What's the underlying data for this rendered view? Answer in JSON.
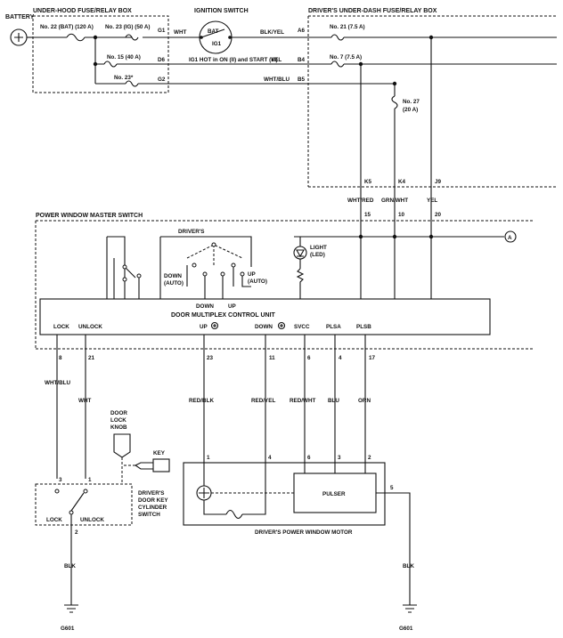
{
  "labels": {
    "battery": "BATTERY",
    "underhood_box": "UNDER-HOOD FUSE/RELAY BOX",
    "ignition_switch": "IGNITION SWITCH",
    "underdash_box": "DRIVER'S UNDER-DASH FUSE/RELAY BOX",
    "fuse22": "No. 22 (BAT) (120 A)",
    "fuse23": "No. 23 (IG) (50 A)",
    "fuse15": "No. 15 (40 A)",
    "fuse23s": "No. 23*",
    "fuse21": "No. 21 (7.5 A)",
    "fuse7": "No. 7 (7.5 A)",
    "fuse27a": "No. 27",
    "fuse27b": "(20 A)",
    "bat": "BAT",
    "ig1": "IG1",
    "g1": "G1",
    "d6": "D6",
    "g2": "G2",
    "a6": "A6",
    "b4": "B4",
    "b5": "B5",
    "ig1_note": "IG1 HOT in ON (II) and START (III)",
    "wire_wht": "WHT",
    "wire_blkyel": "BLK/YEL",
    "wire_yel": "YEL",
    "wire_whtblu": "WHT/BLU",
    "k5": "K5",
    "k4": "K4",
    "j9": "J9",
    "w_whtred": "WHT/RED",
    "w_grnwht": "GRN/WHT",
    "w_yel2": "YEL",
    "p15": "15",
    "p10": "10",
    "p20": "20",
    "master_switch": "POWER WINDOW MASTER SWITCH",
    "drivers": "DRIVER'S",
    "down_auto1": "DOWN",
    "down_auto2": "(AUTO)",
    "up_auto1": "UP",
    "up_auto2": "(AUTO)",
    "light1": "LIGHT",
    "light2": "(LED)",
    "conn_a": "A",
    "down": "DOWN",
    "up": "UP",
    "dmcu": "DOOR MULTIPLEX CONTROL UNIT",
    "t_lock": "LOCK",
    "t_unlock": "UNLOCK",
    "t_up": "UP",
    "t_down": "DOWN",
    "t_svcc": "SVCC",
    "t_plsa": "PLSA",
    "t_plsb": "PLSB",
    "p8": "8",
    "p21": "21",
    "p23": "23",
    "p11": "11",
    "p6": "6",
    "p4": "4",
    "p17": "17",
    "w_whtblu2": "WHT/BLU",
    "w_wht2": "WHT",
    "w_redblk": "RED/BLK",
    "w_redyel": "RED/YEL",
    "w_redwht": "RED/WHT",
    "w_blu": "BLU",
    "w_orn": "ORN",
    "knob1": "DOOR",
    "knob2": "LOCK",
    "knob3": "KNOB",
    "key": "KEY",
    "m1": "1",
    "m4": "4",
    "m6": "6",
    "m3": "3",
    "m2": "2",
    "m5": "5",
    "s3": "3",
    "s1": "1",
    "s2": "2",
    "lock": "LOCK",
    "unlock": "UNLOCK",
    "dk1": "DRIVER'S",
    "dk2": "DOOR KEY",
    "dk3": "CYLINDER",
    "dk4": "SWITCH",
    "pulser": "PULSER",
    "motor": "DRIVER'S POWER WINDOW MOTOR",
    "blk1": "BLK",
    "blk2": "BLK",
    "g601a": "G601",
    "g601b": "G601"
  }
}
